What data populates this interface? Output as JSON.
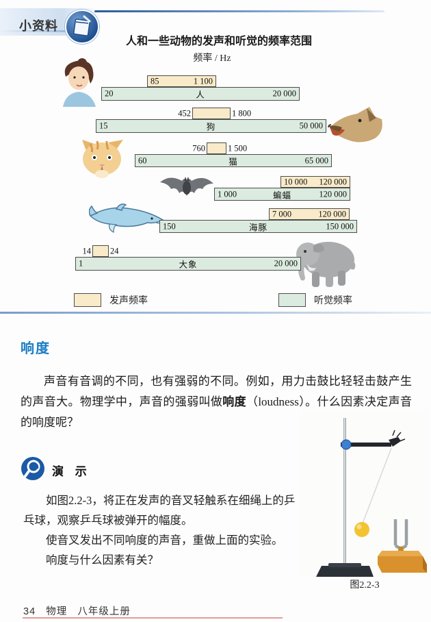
{
  "page": {
    "badge": "小资料",
    "footer": {
      "page_number": "34",
      "subject": "物理",
      "book": "八年级上册"
    }
  },
  "chart_data": {
    "type": "bar",
    "title": "人和一些动物的发声和听觉的频率范围",
    "unit_label": "频率 / Hz",
    "xscale": "log",
    "legend": [
      {
        "label": "发声频率",
        "color": "#f9ebc9"
      },
      {
        "label": "听觉频率",
        "color": "#dcebdf"
      }
    ],
    "rows": [
      {
        "name": "人",
        "icon": "woman",
        "vocal": [
          85,
          1100
        ],
        "vocal_min": "85",
        "vocal_max": "1 100",
        "hearing": [
          20,
          20000
        ],
        "hear_min": "20",
        "hear_max": "20 000"
      },
      {
        "name": "狗",
        "icon": "dog",
        "vocal": [
          452,
          1800
        ],
        "vocal_min": "452",
        "vocal_max": "1 800",
        "hearing": [
          15,
          50000
        ],
        "hear_min": "15",
        "hear_max": "50 000"
      },
      {
        "name": "猫",
        "icon": "cat",
        "vocal": [
          760,
          1500
        ],
        "vocal_min": "760",
        "vocal_max": "1 500",
        "hearing": [
          60,
          65000
        ],
        "hear_min": "60",
        "hear_max": "65 000"
      },
      {
        "name": "蝙蝠",
        "icon": "bat",
        "vocal": [
          10000,
          120000
        ],
        "vocal_min": "10 000",
        "vocal_max": "120 000",
        "hearing": [
          1000,
          120000
        ],
        "hear_min": "1 000",
        "hear_max": "120 000"
      },
      {
        "name": "海豚",
        "icon": "dolphin",
        "vocal": [
          7000,
          120000
        ],
        "vocal_min": "7 000",
        "vocal_max": "120 000",
        "hearing": [
          150,
          150000
        ],
        "hear_min": "150",
        "hear_max": "150 000"
      },
      {
        "name": "大象",
        "icon": "elephant",
        "vocal": [
          14,
          24
        ],
        "vocal_min": "14",
        "vocal_max": "24",
        "hearing": [
          1,
          20000
        ],
        "hear_min": "1",
        "hear_max": "20 000"
      }
    ]
  },
  "loudness_section": {
    "heading": "响度",
    "p_before": "声音有音调的不同，也有强弱的不同。例如，用力击鼓比轻轻击鼓产生的声音大。物理学中，声音的强弱叫做",
    "p_bold": "响度",
    "p_after": "（loudness）。什么因素决定声音的响度呢？"
  },
  "demo_section": {
    "label": "演 示",
    "para1": "如图2.2-3，将正在发声的音叉轻触系在细绳上的乒乓球，观察乒乓球被弹开的幅度。",
    "para2": "使音叉发出不同响度的声音，重做上面的实验。",
    "para3": "响度与什么因素有关？",
    "figure_caption": "图2.2-3"
  }
}
